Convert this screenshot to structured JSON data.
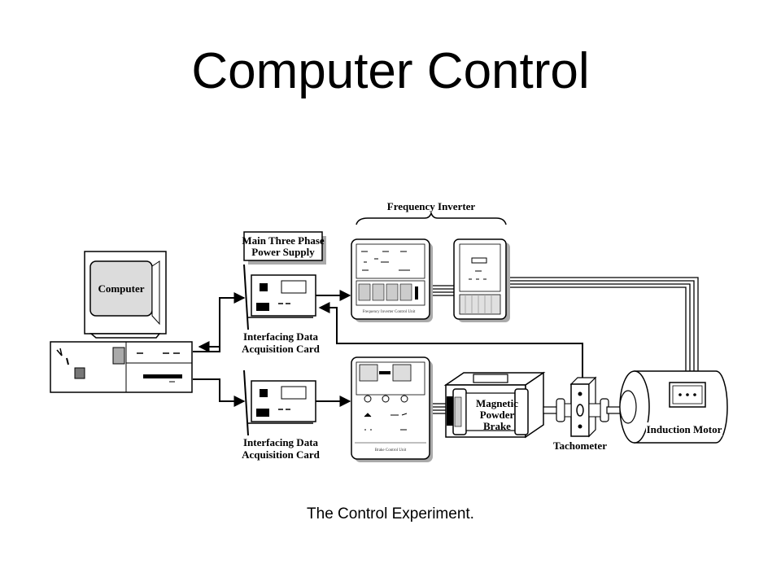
{
  "title": "Computer Control",
  "caption": "The Control Experiment.",
  "diagram": {
    "computer": "Computer",
    "frequency_inverter": "Frequency Inverter",
    "power_supply_line1": "Main Three Phase",
    "power_supply_line2": "Power Supply",
    "daq_card_top_line1": "Interfacing Data",
    "daq_card_top_line2": "Acquisition Card",
    "daq_card_bottom_line1": "Interfacing Data",
    "daq_card_bottom_line2": "Acquisition Card",
    "inverter_control_unit": "Frequency Inverter Control Unit",
    "brake_control_unit": "Brake Control Unit",
    "brake_line1": "Magnetic",
    "brake_line2": "Powder",
    "brake_line3": "Brake",
    "tachometer": "Tachometer",
    "induction_motor": "Induction Motor"
  }
}
